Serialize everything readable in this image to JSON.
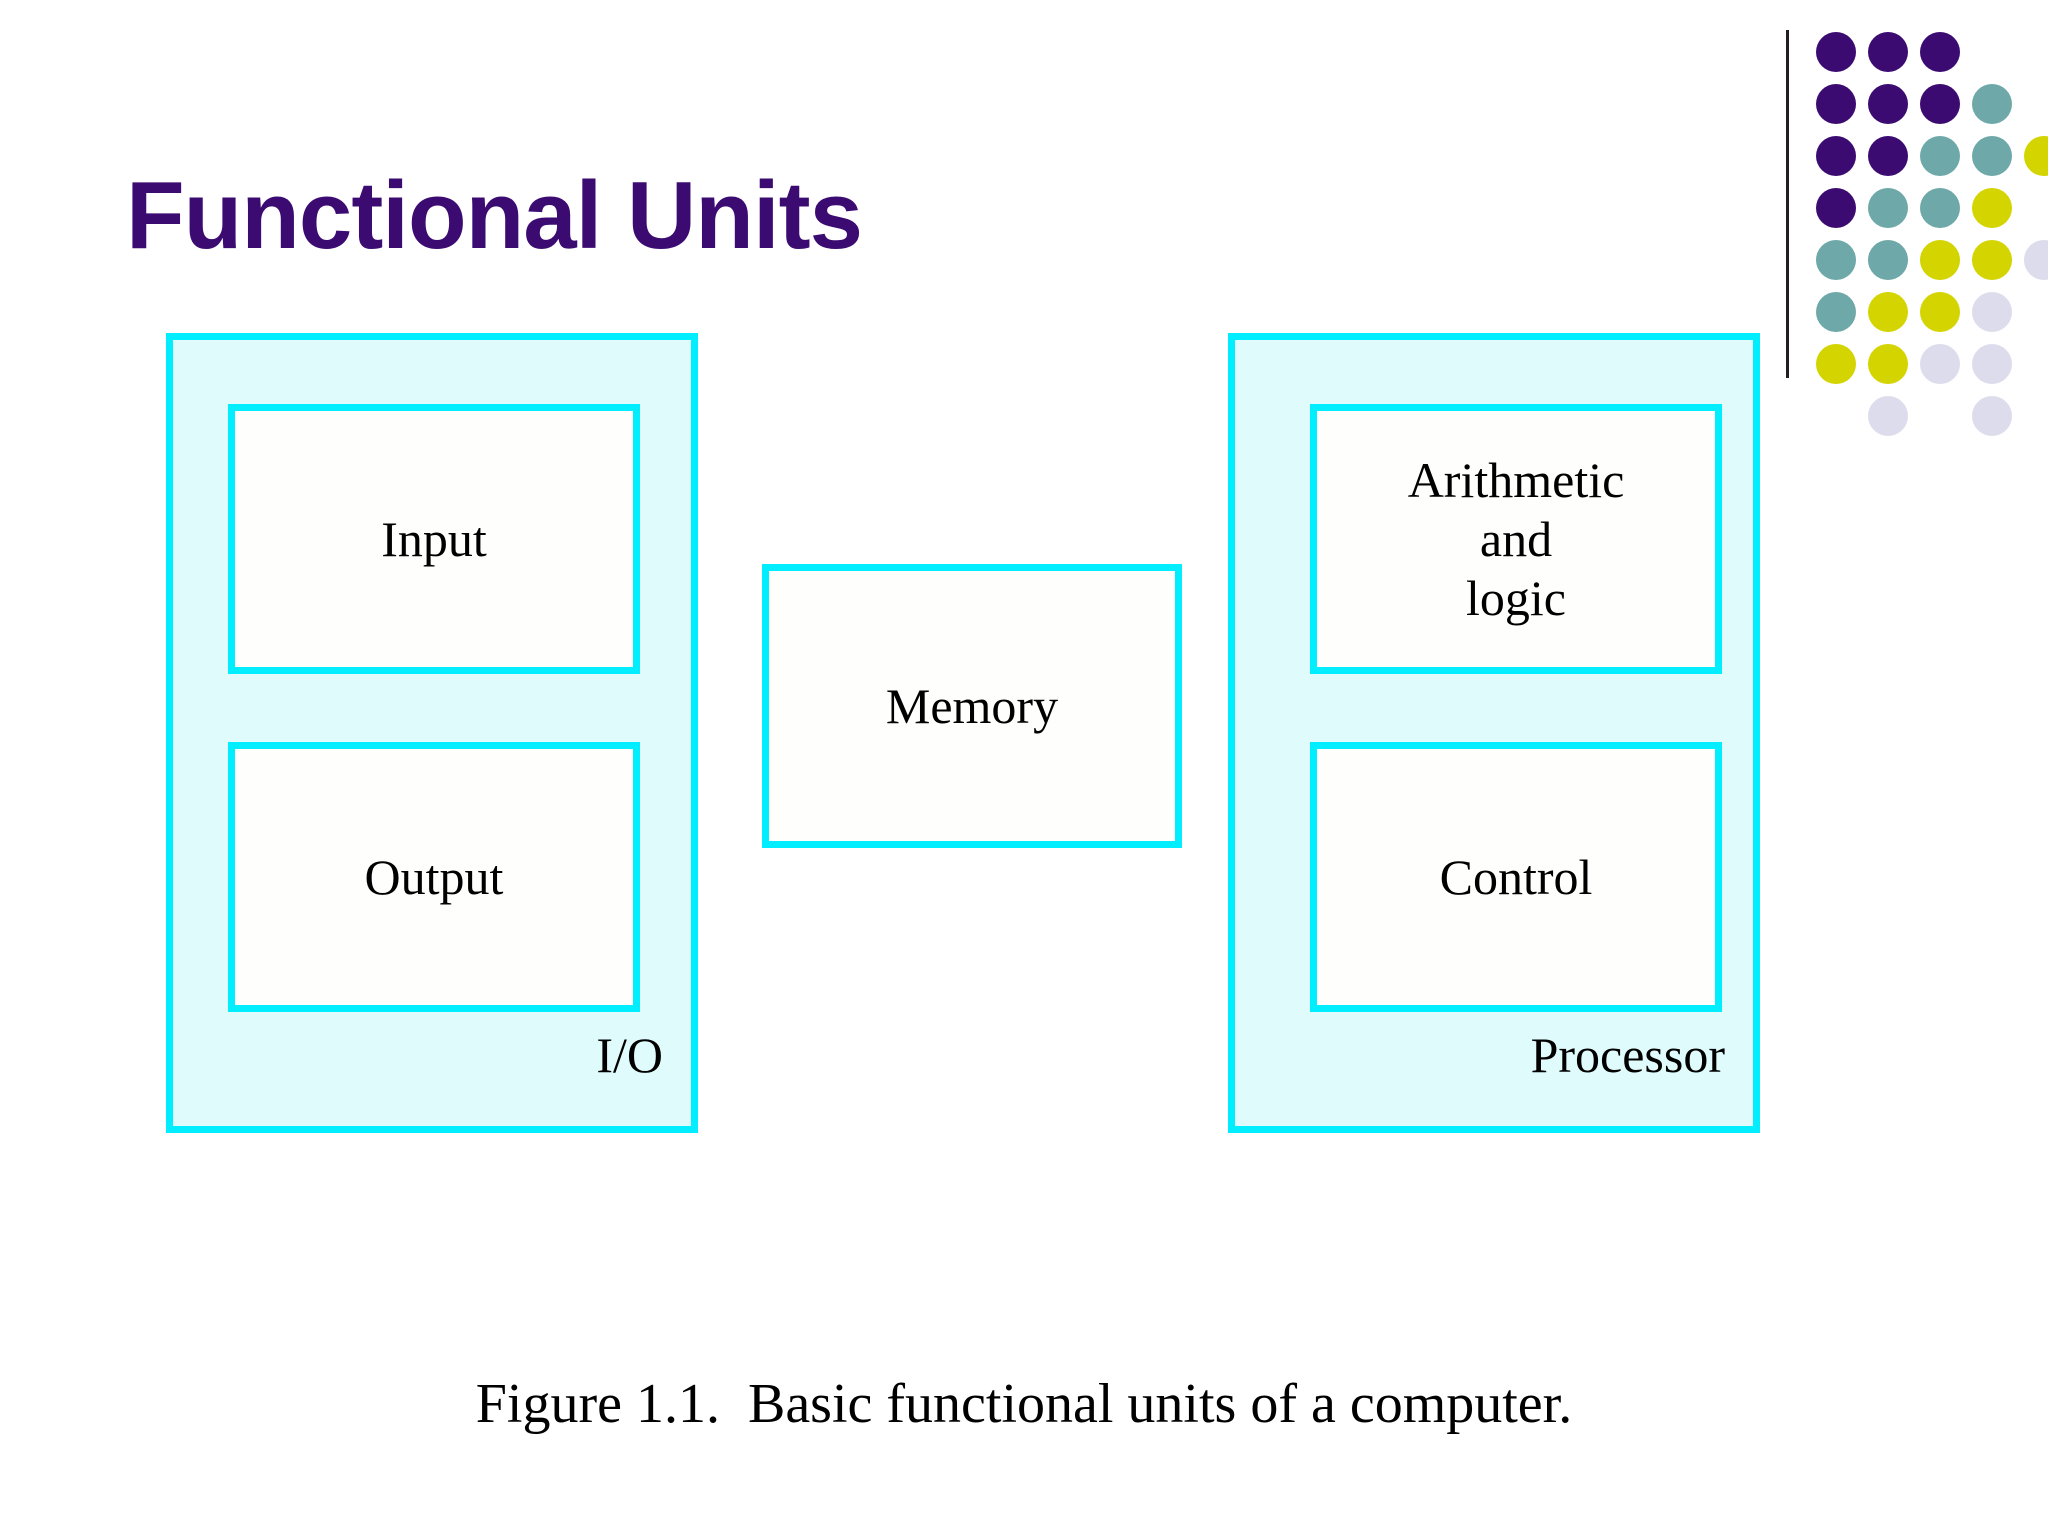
{
  "slide": {
    "title": "Functional Units",
    "title_color": "#3B0B72",
    "background_color": "#FFFFFF"
  },
  "decoration": {
    "name": "dot-matrix-motif",
    "rule_color": "#231F20",
    "palette": {
      "purple": "#3B0B72",
      "teal": "#6FA8A8",
      "yellow": "#D3D400",
      "lavender": "#DCDCEC"
    },
    "dot_diameter": 40,
    "dot_pitch": 52,
    "rows": [
      [
        "purple",
        "purple",
        "purple"
      ],
      [
        "purple",
        "purple",
        "purple",
        "teal"
      ],
      [
        "purple",
        "purple",
        "teal",
        "teal",
        "yellow"
      ],
      [
        "purple",
        "teal",
        "teal",
        "yellow"
      ],
      [
        "teal",
        "teal",
        "yellow",
        "yellow",
        "lavender"
      ],
      [
        "teal",
        "yellow",
        "yellow",
        "lavender"
      ],
      [
        "yellow",
        "yellow",
        "lavender",
        "lavender"
      ],
      [
        null,
        "lavender",
        null,
        "lavender"
      ]
    ]
  },
  "diagram": {
    "border_color": "#00EEFF",
    "group_fill": "#DFFBFC",
    "box_fill": "#FEFFFD",
    "groups": [
      {
        "id": "io",
        "label": "I/O",
        "boxes": [
          {
            "id": "input",
            "label": "Input"
          },
          {
            "id": "output",
            "label": "Output"
          }
        ]
      },
      {
        "id": "processor",
        "label": "Processor",
        "boxes": [
          {
            "id": "alu",
            "label": "Arithmetic\nand\nlogic"
          },
          {
            "id": "control",
            "label": "Control"
          }
        ]
      }
    ],
    "standalone_boxes": [
      {
        "id": "memory",
        "label": "Memory"
      }
    ]
  },
  "caption": "Figure 1.1.  Basic functional units of a computer."
}
